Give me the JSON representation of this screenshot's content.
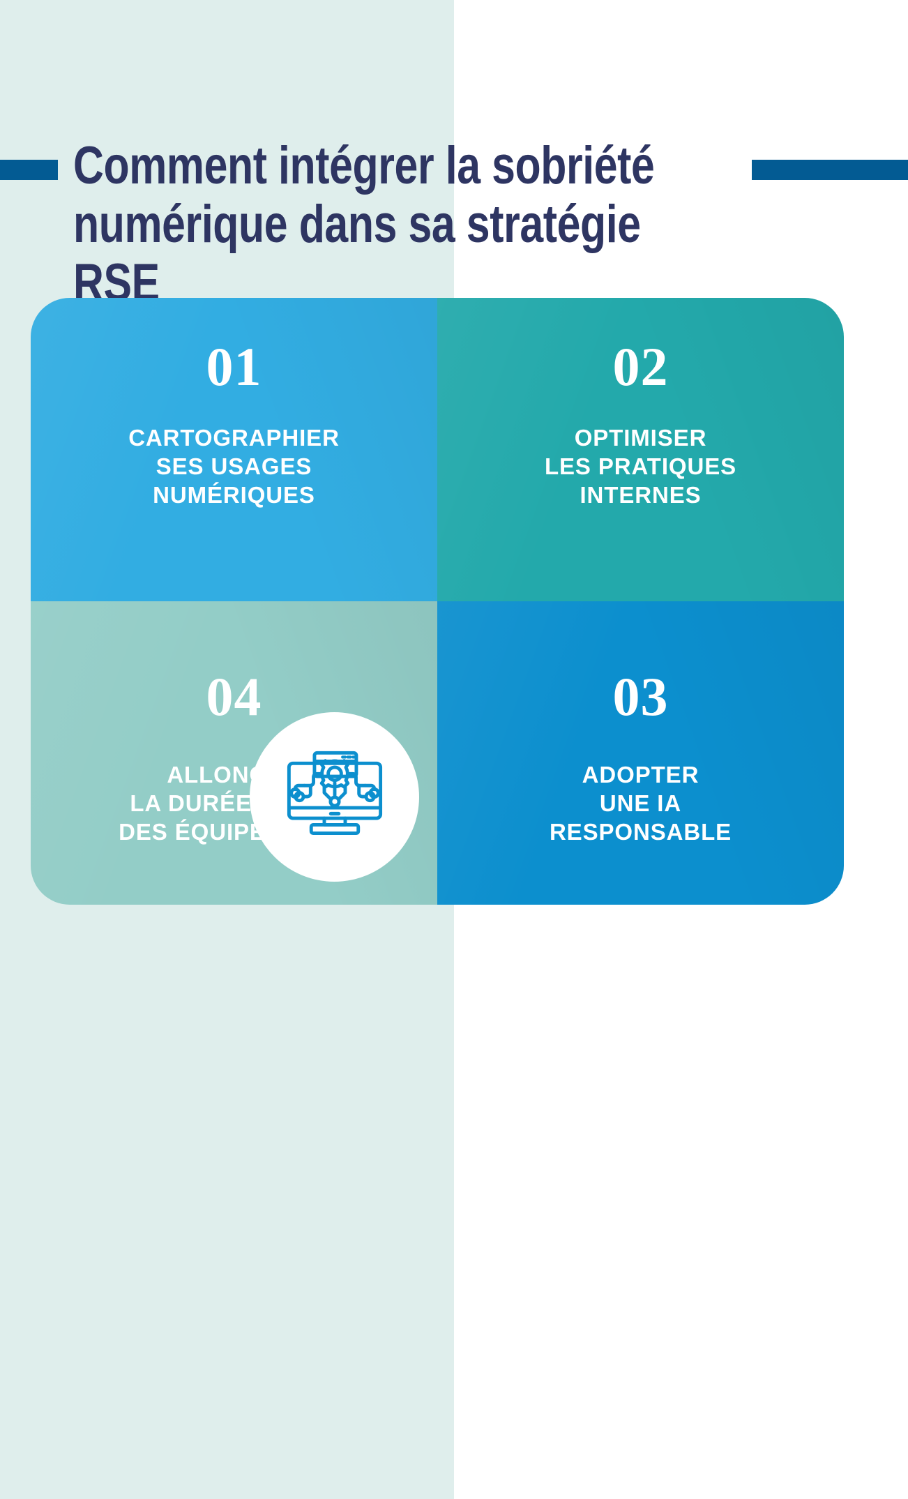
{
  "page": {
    "background_left_color": "#dfeeec",
    "background_right_color": "#ffffff"
  },
  "header": {
    "title": "Comment intégrer la sobriété\nnumérique dans sa stratégie RSE",
    "title_color": "#2e3562",
    "rule_color": "#035b93"
  },
  "steps": [
    {
      "number": "01",
      "label": "CARTOGRAPHIER\nSES USAGES\nNUMÉRIQUES",
      "color": "#32ade2",
      "position": "top-left"
    },
    {
      "number": "02",
      "label": "OPTIMISER\nLES PRATIQUES\nINTERNES",
      "color": "#23a9ab",
      "position": "top-right"
    },
    {
      "number": "03",
      "label": "ADOPTER\nUNE IA\nRESPONSABLE",
      "color": "#0c8fce",
      "position": "bottom-right"
    },
    {
      "number": "04",
      "label": "ALLONGER\nLA DURÉE DE VIE\nDES ÉQUIPEMENTS",
      "color": "#93cdc7",
      "position": "bottom-left"
    }
  ],
  "center_icon": {
    "name": "monitor-gear-circuit-icon",
    "stroke_color": "#0c8fce",
    "background_color": "#ffffff"
  }
}
